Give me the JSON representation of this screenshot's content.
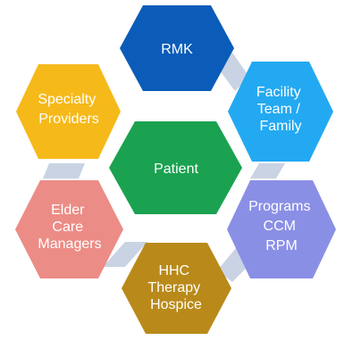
{
  "center": {
    "label": "Patient",
    "color": "#1AA250"
  },
  "nodes": [
    {
      "id": "rmk",
      "lines": [
        "RMK"
      ],
      "color": "#0A5CB8"
    },
    {
      "id": "facility",
      "lines": [
        "Facility",
        "Team /",
        "Family"
      ],
      "color": "#23A9F2"
    },
    {
      "id": "programs",
      "lines": [
        "Programs",
        "CCM",
        "RPM"
      ],
      "color": "#8A8FE6"
    },
    {
      "id": "hhc",
      "lines": [
        "HHC",
        "Therapy",
        "Hospice"
      ],
      "color": "#B98A1A"
    },
    {
      "id": "elder",
      "lines": [
        "Elder",
        "Care",
        "Managers"
      ],
      "color": "#EC8C86"
    },
    {
      "id": "specialty",
      "lines": [
        "Specialty",
        "Providers"
      ],
      "color": "#F6B91A"
    }
  ],
  "connector_color": "#C9D3E3"
}
